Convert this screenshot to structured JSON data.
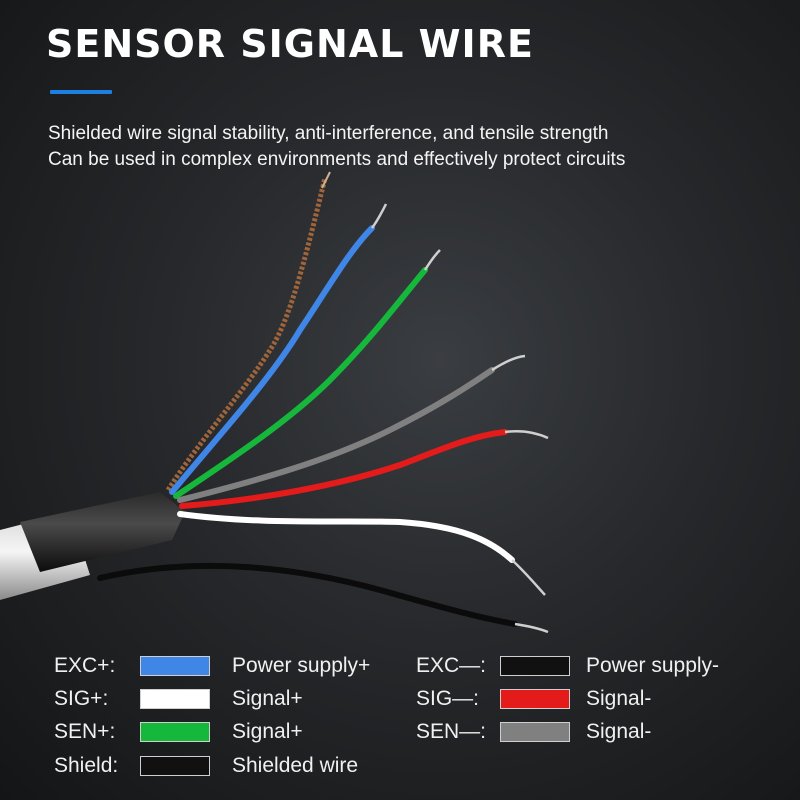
{
  "title": "SENSOR SIGNAL WIRE",
  "description": [
    "Shielded wire signal stability, anti-interference, and tensile strength",
    "Can be used in complex environments and effectively protect circuits"
  ],
  "colors": {
    "accent": "#1e7fe0",
    "blue": "#3f86e6",
    "white": "#ffffff",
    "green": "#16b83c",
    "black": "#111111",
    "red": "#e41b1b",
    "gray": "#808080",
    "shield": "#a0653a"
  },
  "legend": {
    "left": [
      {
        "code": "EXC+:",
        "swatch": "#3f86e6",
        "meaning": "Power supply+"
      },
      {
        "code": "SIG+:",
        "swatch": "#ffffff",
        "meaning": "Signal+"
      },
      {
        "code": "SEN+:",
        "swatch": "#16b83c",
        "meaning": "Signal+"
      },
      {
        "code": "Shield:",
        "swatch": "#111111",
        "meaning": "Shielded wire"
      }
    ],
    "right": [
      {
        "code": "EXC—:",
        "swatch": "#111111",
        "meaning": "Power supply-"
      },
      {
        "code": "SIG—:",
        "swatch": "#e41b1b",
        "meaning": "Signal-"
      },
      {
        "code": "SEN—:",
        "swatch": "#808080",
        "meaning": "Signal-"
      }
    ]
  }
}
